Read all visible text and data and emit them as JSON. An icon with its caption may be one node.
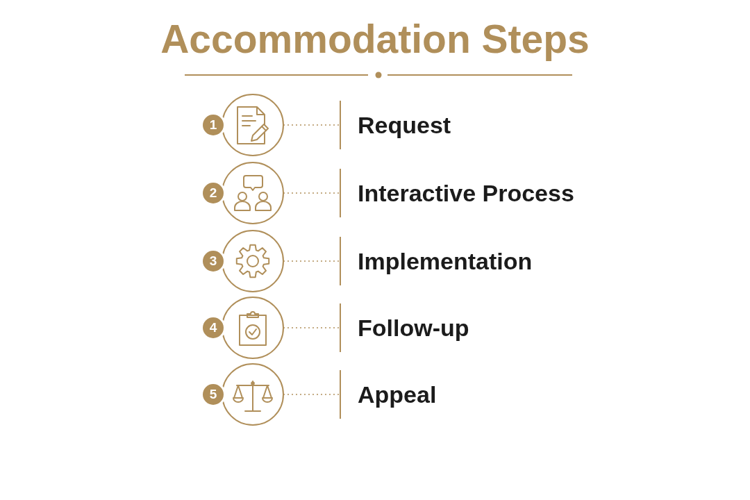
{
  "diagram": {
    "title": "Accommodation Steps",
    "nodes": [
      {
        "text": [
          "1"
        ]
      },
      {
        "text": [],
        "shape": "circle"
      },
      {
        "text": [
          "Request"
        ]
      },
      {
        "text": [
          "2"
        ]
      },
      {
        "text": [],
        "shape": "circle"
      },
      {
        "text": [
          "Interactive Process"
        ]
      },
      {
        "text": [
          "3"
        ]
      },
      {
        "text": [],
        "shape": "circle"
      },
      {
        "text": [
          "Implementation"
        ]
      },
      {
        "text": [
          "4"
        ]
      },
      {
        "text": [],
        "shape": "circle"
      },
      {
        "text": [
          "Follow-up"
        ]
      },
      {
        "text": [
          "5"
        ]
      },
      {
        "text": [],
        "shape": "circle"
      },
      {
        "text": [
          "Appeal"
        ]
      }
    ],
    "edges": [
      {
        "from": 1,
        "to": 2,
        "arrow": "none",
        "style": "dashed"
      },
      {
        "from": 4,
        "to": 5,
        "arrow": "none",
        "style": "dashed"
      },
      {
        "from": 7,
        "to": 8,
        "arrow": "none",
        "style": "dashed"
      },
      {
        "from": 10,
        "to": 11,
        "arrow": "none",
        "style": "dashed"
      },
      {
        "from": 13,
        "to": 14,
        "arrow": "none",
        "style": "dashed"
      }
    ]
  }
}
